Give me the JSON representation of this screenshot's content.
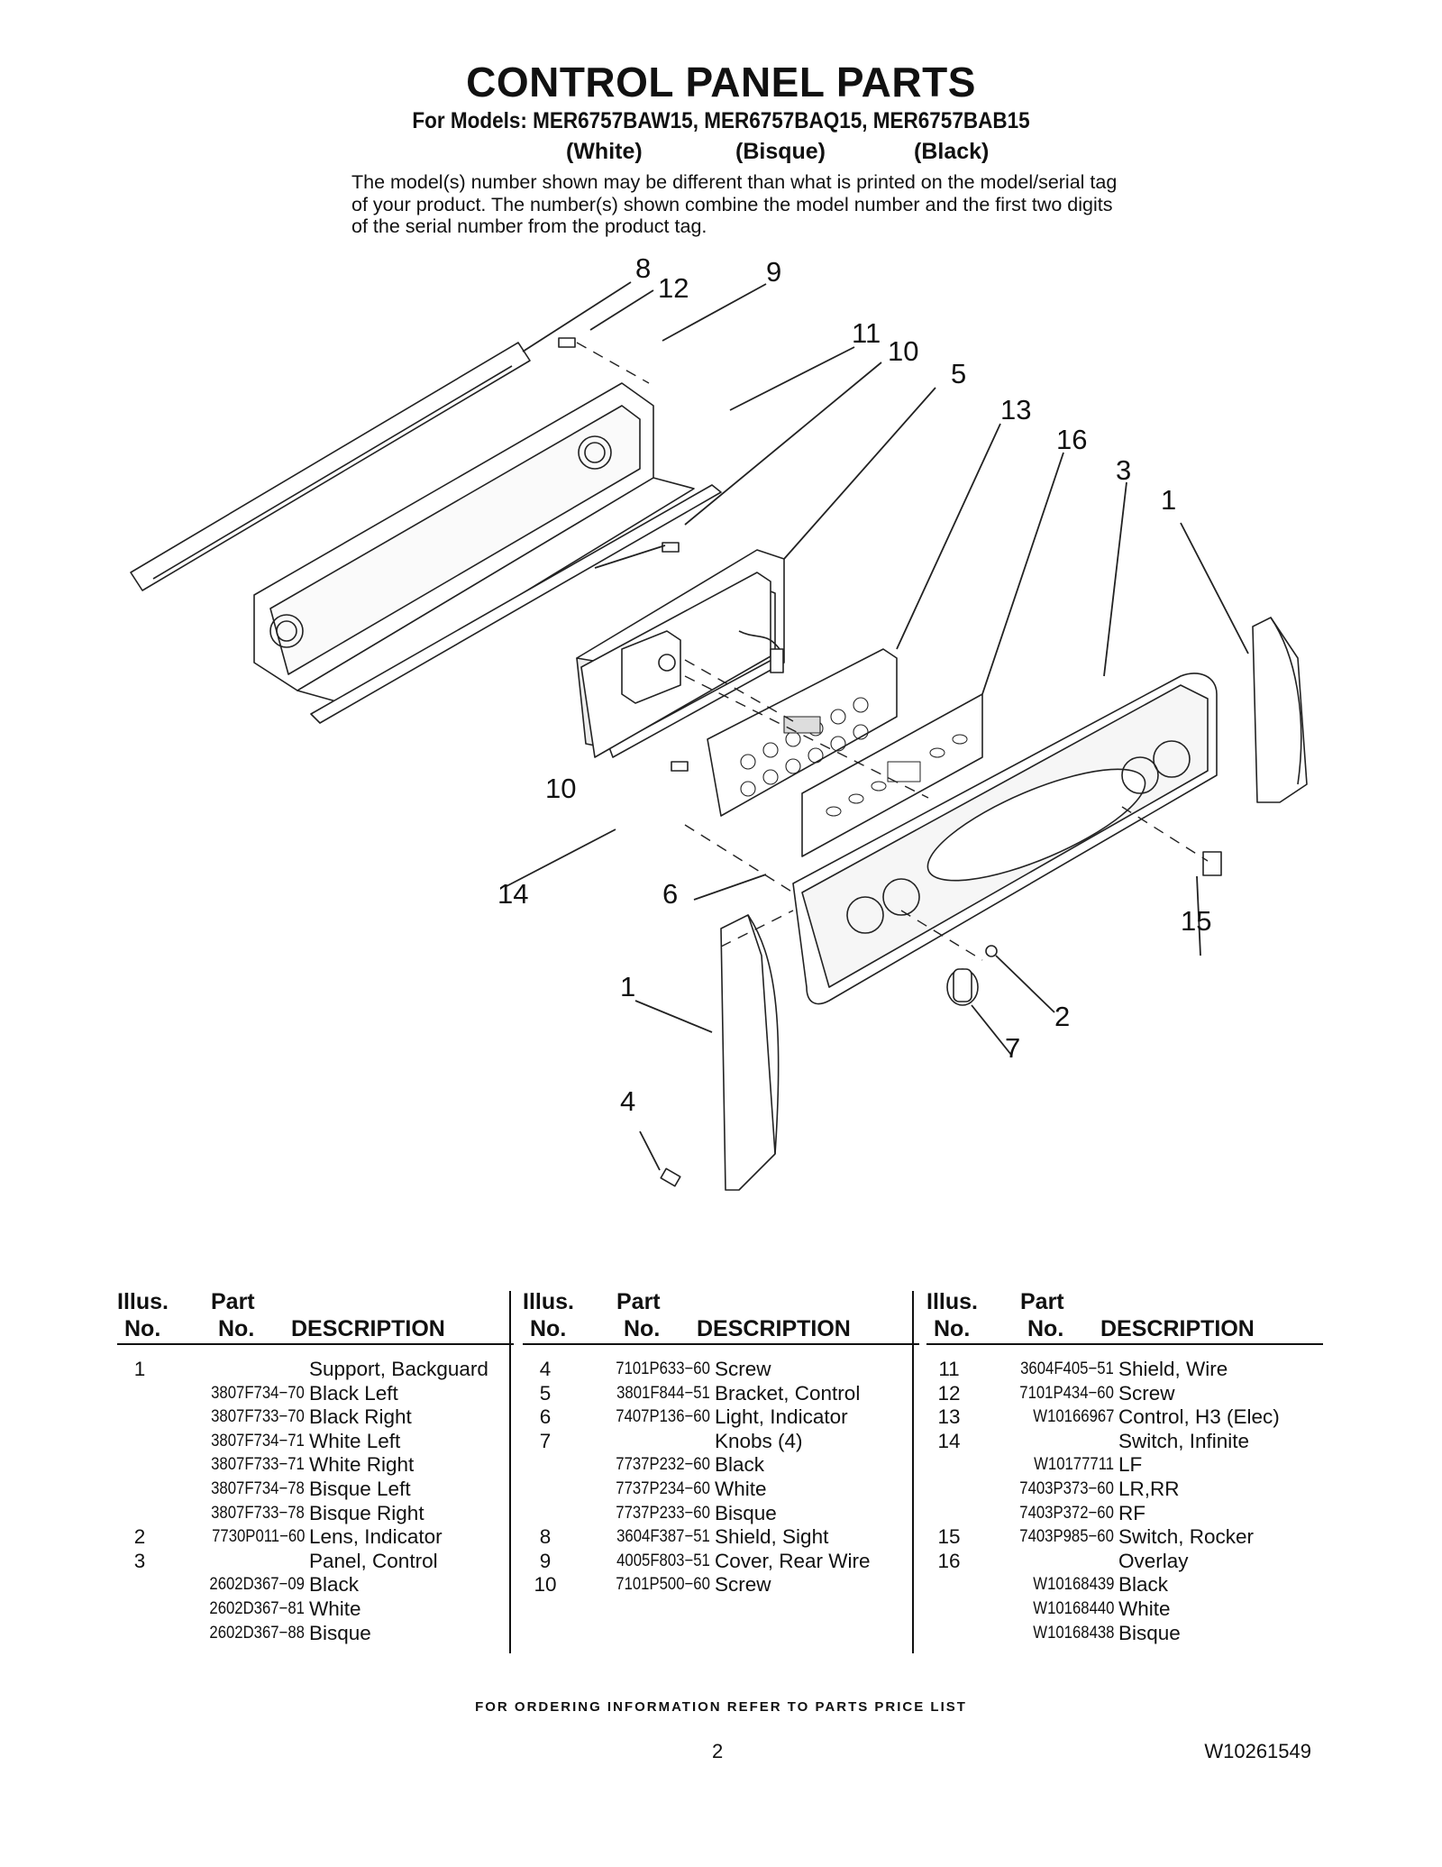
{
  "header": {
    "title": "CONTROL PANEL PARTS",
    "models_line": "For Models: MER6757BAW15, MER6757BAQ15, MER6757BAB15",
    "colors": [
      "(White)",
      "(Bisque)",
      "(Black)"
    ],
    "notice": "The model(s) number shown may be different than what is printed on the model/serial tag of your product. The number(s) shown combine the model number and the first two digits of the serial number from the product tag."
  },
  "diagram": {
    "callouts": [
      "8",
      "12",
      "9",
      "11",
      "10",
      "5",
      "13",
      "16",
      "3",
      "1",
      "10",
      "14",
      "6",
      "15",
      "1",
      "2",
      "7",
      "4"
    ]
  },
  "table": {
    "headers": {
      "illus": [
        "Illus.",
        "No."
      ],
      "part": [
        "Part",
        "No."
      ],
      "description": "DESCRIPTION"
    },
    "columns": [
      [
        {
          "illus": "1",
          "part": "",
          "desc": "Support, Backguard"
        },
        {
          "illus": "",
          "part": "3807F734−70",
          "desc": "Black Left"
        },
        {
          "illus": "",
          "part": "3807F733−70",
          "desc": "Black Right"
        },
        {
          "illus": "",
          "part": "3807F734−71",
          "desc": "White Left"
        },
        {
          "illus": "",
          "part": "3807F733−71",
          "desc": "White Right"
        },
        {
          "illus": "",
          "part": "3807F734−78",
          "desc": "Bisque Left"
        },
        {
          "illus": "",
          "part": "3807F733−78",
          "desc": "Bisque Right"
        },
        {
          "illus": "2",
          "part": "7730P011−60",
          "desc": "Lens, Indicator"
        },
        {
          "illus": "3",
          "part": "",
          "desc": "Panel, Control"
        },
        {
          "illus": "",
          "part": "2602D367−09",
          "desc": "Black"
        },
        {
          "illus": "",
          "part": "2602D367−81",
          "desc": "White"
        },
        {
          "illus": "",
          "part": "2602D367−88",
          "desc": "Bisque"
        }
      ],
      [
        {
          "illus": "4",
          "part": "7101P633−60",
          "desc": "Screw"
        },
        {
          "illus": "5",
          "part": "3801F844−51",
          "desc": "Bracket, Control"
        },
        {
          "illus": "6",
          "part": "7407P136−60",
          "desc": "Light, Indicator"
        },
        {
          "illus": "7",
          "part": "",
          "desc": "Knobs (4)"
        },
        {
          "illus": "",
          "part": "7737P232−60",
          "desc": "Black"
        },
        {
          "illus": "",
          "part": "7737P234−60",
          "desc": "White"
        },
        {
          "illus": "",
          "part": "7737P233−60",
          "desc": "Bisque"
        },
        {
          "illus": "8",
          "part": "3604F387−51",
          "desc": "Shield, Sight"
        },
        {
          "illus": "9",
          "part": "4005F803−51",
          "desc": "Cover, Rear Wire"
        },
        {
          "illus": "10",
          "part": "7101P500−60",
          "desc": "Screw"
        }
      ],
      [
        {
          "illus": "11",
          "part": "3604F405−51",
          "desc": "Shield, Wire"
        },
        {
          "illus": "12",
          "part": "7101P434−60",
          "desc": "Screw"
        },
        {
          "illus": "13",
          "part": "W10166967",
          "desc": "Control, H3 (Elec)"
        },
        {
          "illus": "14",
          "part": "",
          "desc": "Switch, Infinite"
        },
        {
          "illus": "",
          "part": "W10177711",
          "desc": "LF"
        },
        {
          "illus": "",
          "part": "7403P373−60",
          "desc": "LR,RR"
        },
        {
          "illus": "",
          "part": "7403P372−60",
          "desc": "RF"
        },
        {
          "illus": "15",
          "part": "7403P985−60",
          "desc": "Switch, Rocker"
        },
        {
          "illus": "16",
          "part": "",
          "desc": "Overlay"
        },
        {
          "illus": "",
          "part": "W10168439",
          "desc": "Black"
        },
        {
          "illus": "",
          "part": "W10168440",
          "desc": "White"
        },
        {
          "illus": "",
          "part": "W10168438",
          "desc": "Bisque"
        }
      ]
    ]
  },
  "footer": {
    "ordering": "FOR ORDERING INFORMATION REFER TO PARTS PRICE LIST",
    "page": "2",
    "doc_number": "W10261549"
  }
}
